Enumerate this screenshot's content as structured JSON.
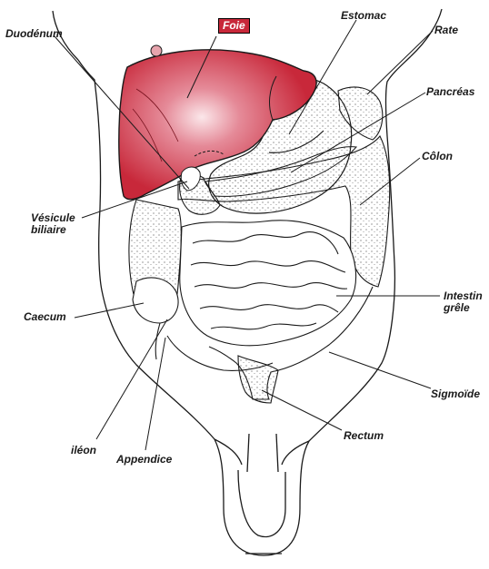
{
  "colors": {
    "liver": "#c8283a",
    "liver_light": "#f6dbe0",
    "ink": "#1a1a1a",
    "paper": "#ffffff"
  },
  "labels": {
    "foie": "Foie",
    "duodenum": "Duodénum",
    "estomac": "Estomac",
    "rate": "Rate",
    "pancreas": "Pancréas",
    "colon": "Côlon",
    "vesicule_line1": "Vésicule",
    "vesicule_line2": "biliaire",
    "intestin_line1": "Intestin",
    "intestin_line2": "grêle",
    "caecum": "Caecum",
    "sigmoide": "Sigmoïde",
    "rectum": "Rectum",
    "ileon": "iléon",
    "appendice": "Appendice"
  }
}
